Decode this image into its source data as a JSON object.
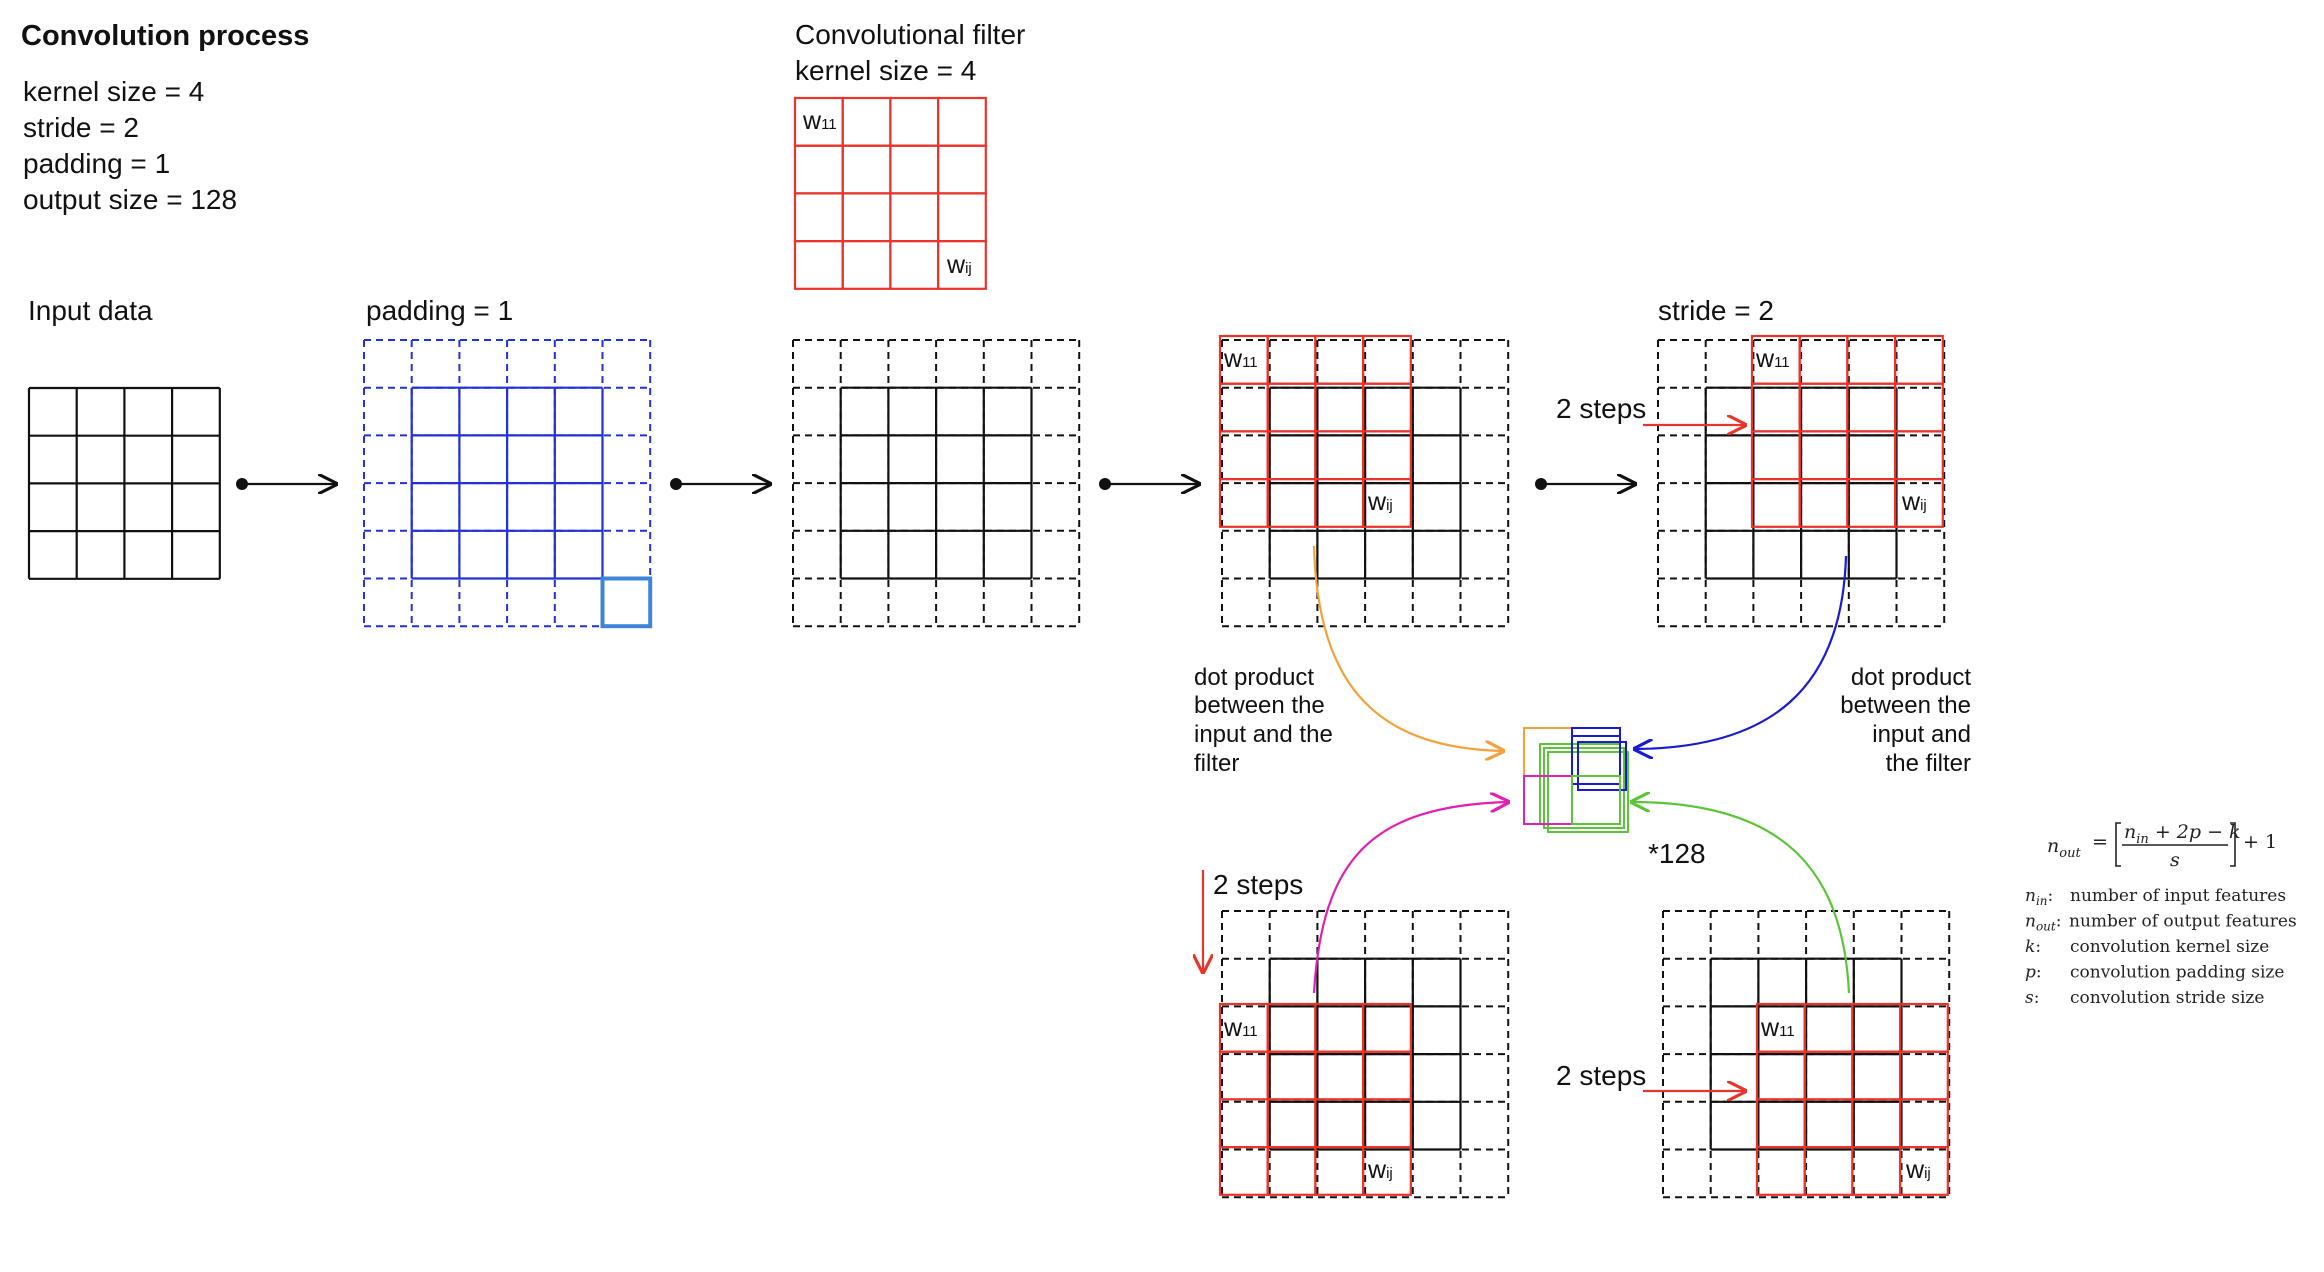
{
  "title": "Convolution process",
  "params": [
    "kernel size = 4",
    "stride = 2",
    "padding = 1",
    "output size = 128"
  ],
  "filter": {
    "title": "Convolutional filter",
    "kernel": "kernel size = 4",
    "w_first": "w",
    "w_first_sub": "11",
    "w_last": "w",
    "w_last_sub": "ij"
  },
  "labels": {
    "input": "Input data",
    "padding": "padding = 1",
    "stride": "stride = 2",
    "steps": "2 steps",
    "dot_left": [
      "dot product",
      "between the",
      "input and the",
      "filter"
    ],
    "dot_right": [
      "dot product",
      "between the",
      "input and",
      "the filter"
    ],
    "count": "*128"
  },
  "formula": {
    "lhs": "n",
    "lhs_sub": "out",
    "eq": "=",
    "num": "n",
    "num_sub": "in",
    "num_rest": " + 2p − k",
    "den": "s",
    "plus": "+ 1",
    "legend": [
      {
        "sym": "n",
        "sub": "in",
        "desc": "number of input features"
      },
      {
        "sym": "n",
        "sub": "out",
        "desc": "number of output features"
      },
      {
        "sym": "k",
        "sub": "",
        "desc": "convolution kernel size"
      },
      {
        "sym": "p",
        "sub": "",
        "desc": "convolution padding size"
      },
      {
        "sym": "s",
        "sub": "",
        "desc": "convolution stride size"
      }
    ]
  },
  "colors": {
    "black": "#111111",
    "red": "#e8342b",
    "blue_dashed": "#2231d6",
    "blue_cell": "#3d85d8",
    "orange": "#f2a23a",
    "navy": "#1a1ad0",
    "magenta": "#e020b0",
    "green": "#5cc43a"
  }
}
